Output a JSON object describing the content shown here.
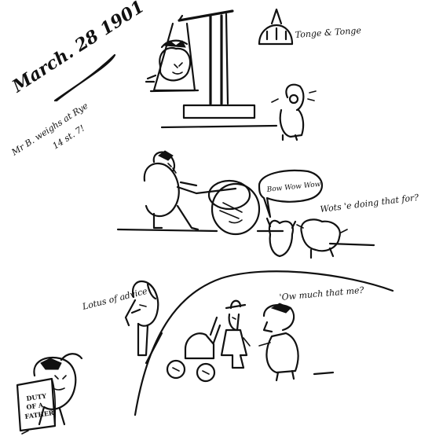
{
  "texts": {
    "date": "March. 28 1901",
    "sub_line1": "Mr B. weighs at Rye",
    "sub_line2": "14 st. 7!",
    "tonge_label": "Tonge & Tonge",
    "bow_bubble": "Bow Wow Wow",
    "whats_label": "Wots 'e doing that for?",
    "lotus_label": "Lotus of advice",
    "how_much_label": "'Ow much that me?",
    "sign_line1": "DUTY",
    "sign_line2": "OF A",
    "sign_line3": "FATHER"
  }
}
